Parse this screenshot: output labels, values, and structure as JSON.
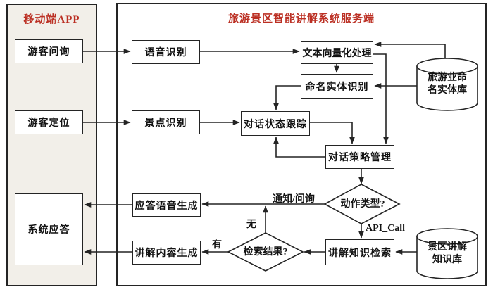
{
  "panels": {
    "mobile": {
      "title": "移动端APP"
    },
    "server": {
      "title": "旅游景区智能讲解系统服务端"
    }
  },
  "nodes": {
    "guest_inquiry": "游客问询",
    "guest_location": "游客定位",
    "system_response": "系统应答",
    "speech_recognition": "语音识别",
    "poi_recognition": "景点识别",
    "text_vectorization": "文本向量化处理",
    "named_entity_recognition": "命名实体识别",
    "dialog_state_tracking": "对话状态跟踪",
    "dialog_policy_management": "对话策略管理",
    "response_speech_generation": "应答语音生成",
    "explain_content_generation": "讲解内容生成",
    "explain_knowledge_retrieval": "讲解知识检索"
  },
  "decisions": {
    "action_type": "动作类型?",
    "retrieval_result": "检索结果?"
  },
  "datastores": {
    "tourism_entity_db": {
      "line1": "旅游业命",
      "line2": "名实体库"
    },
    "scenic_knowledge_db": {
      "line1": "景区讲解",
      "line2": "知识库"
    }
  },
  "edge_labels": {
    "notify_inquiry": "通知/问询",
    "api_call": "API_Call",
    "no": "无",
    "yes": "有"
  },
  "colors": {
    "title_red": "#bb2f23",
    "line": "#242424",
    "mobile_panel_fill": "#f2efe9",
    "node_fill": "#ffffff"
  }
}
